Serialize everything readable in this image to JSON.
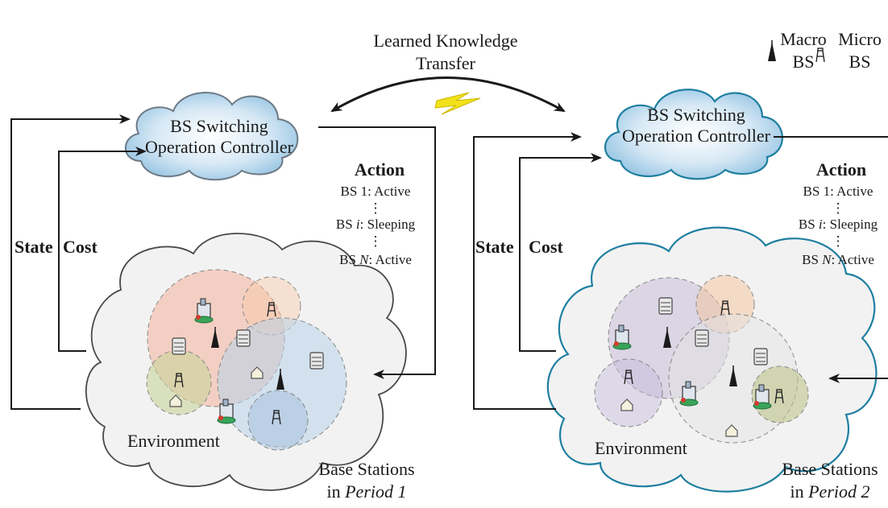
{
  "transfer": {
    "line1": "Learned Knowledge",
    "line2": "Transfer"
  },
  "legend": {
    "macro_line1": "Macro",
    "macro_line2": "BS",
    "micro_line1": "Micro",
    "micro_line2": "BS"
  },
  "controller": {
    "line1": "BS Switching",
    "line2": "Operation Controller"
  },
  "labels": {
    "state": "State",
    "cost": "Cost",
    "environment": "Environment"
  },
  "action": {
    "title": "Action",
    "bs1": "BS 1: Active",
    "bsi_prefix": "BS ",
    "bsi_var": "i",
    "bsi_suffix": ": Sleeping",
    "bsn_prefix": "BS ",
    "bsn_var": "N",
    "bsn_suffix": ": Active",
    "dots": "⋮"
  },
  "period_left": {
    "line1": "Base Stations",
    "line2_prefix": "in ",
    "line2_period": "Period 1"
  },
  "period_right": {
    "line1": "Base Stations",
    "line2_prefix": "in ",
    "line2_period": "Period 2"
  },
  "colors": {
    "cloud_fill": "#a9cde8",
    "cloud_right_stroke": "#1f7fa0",
    "bolt": "#f3e21a",
    "arrow": "#1a1a1a"
  }
}
